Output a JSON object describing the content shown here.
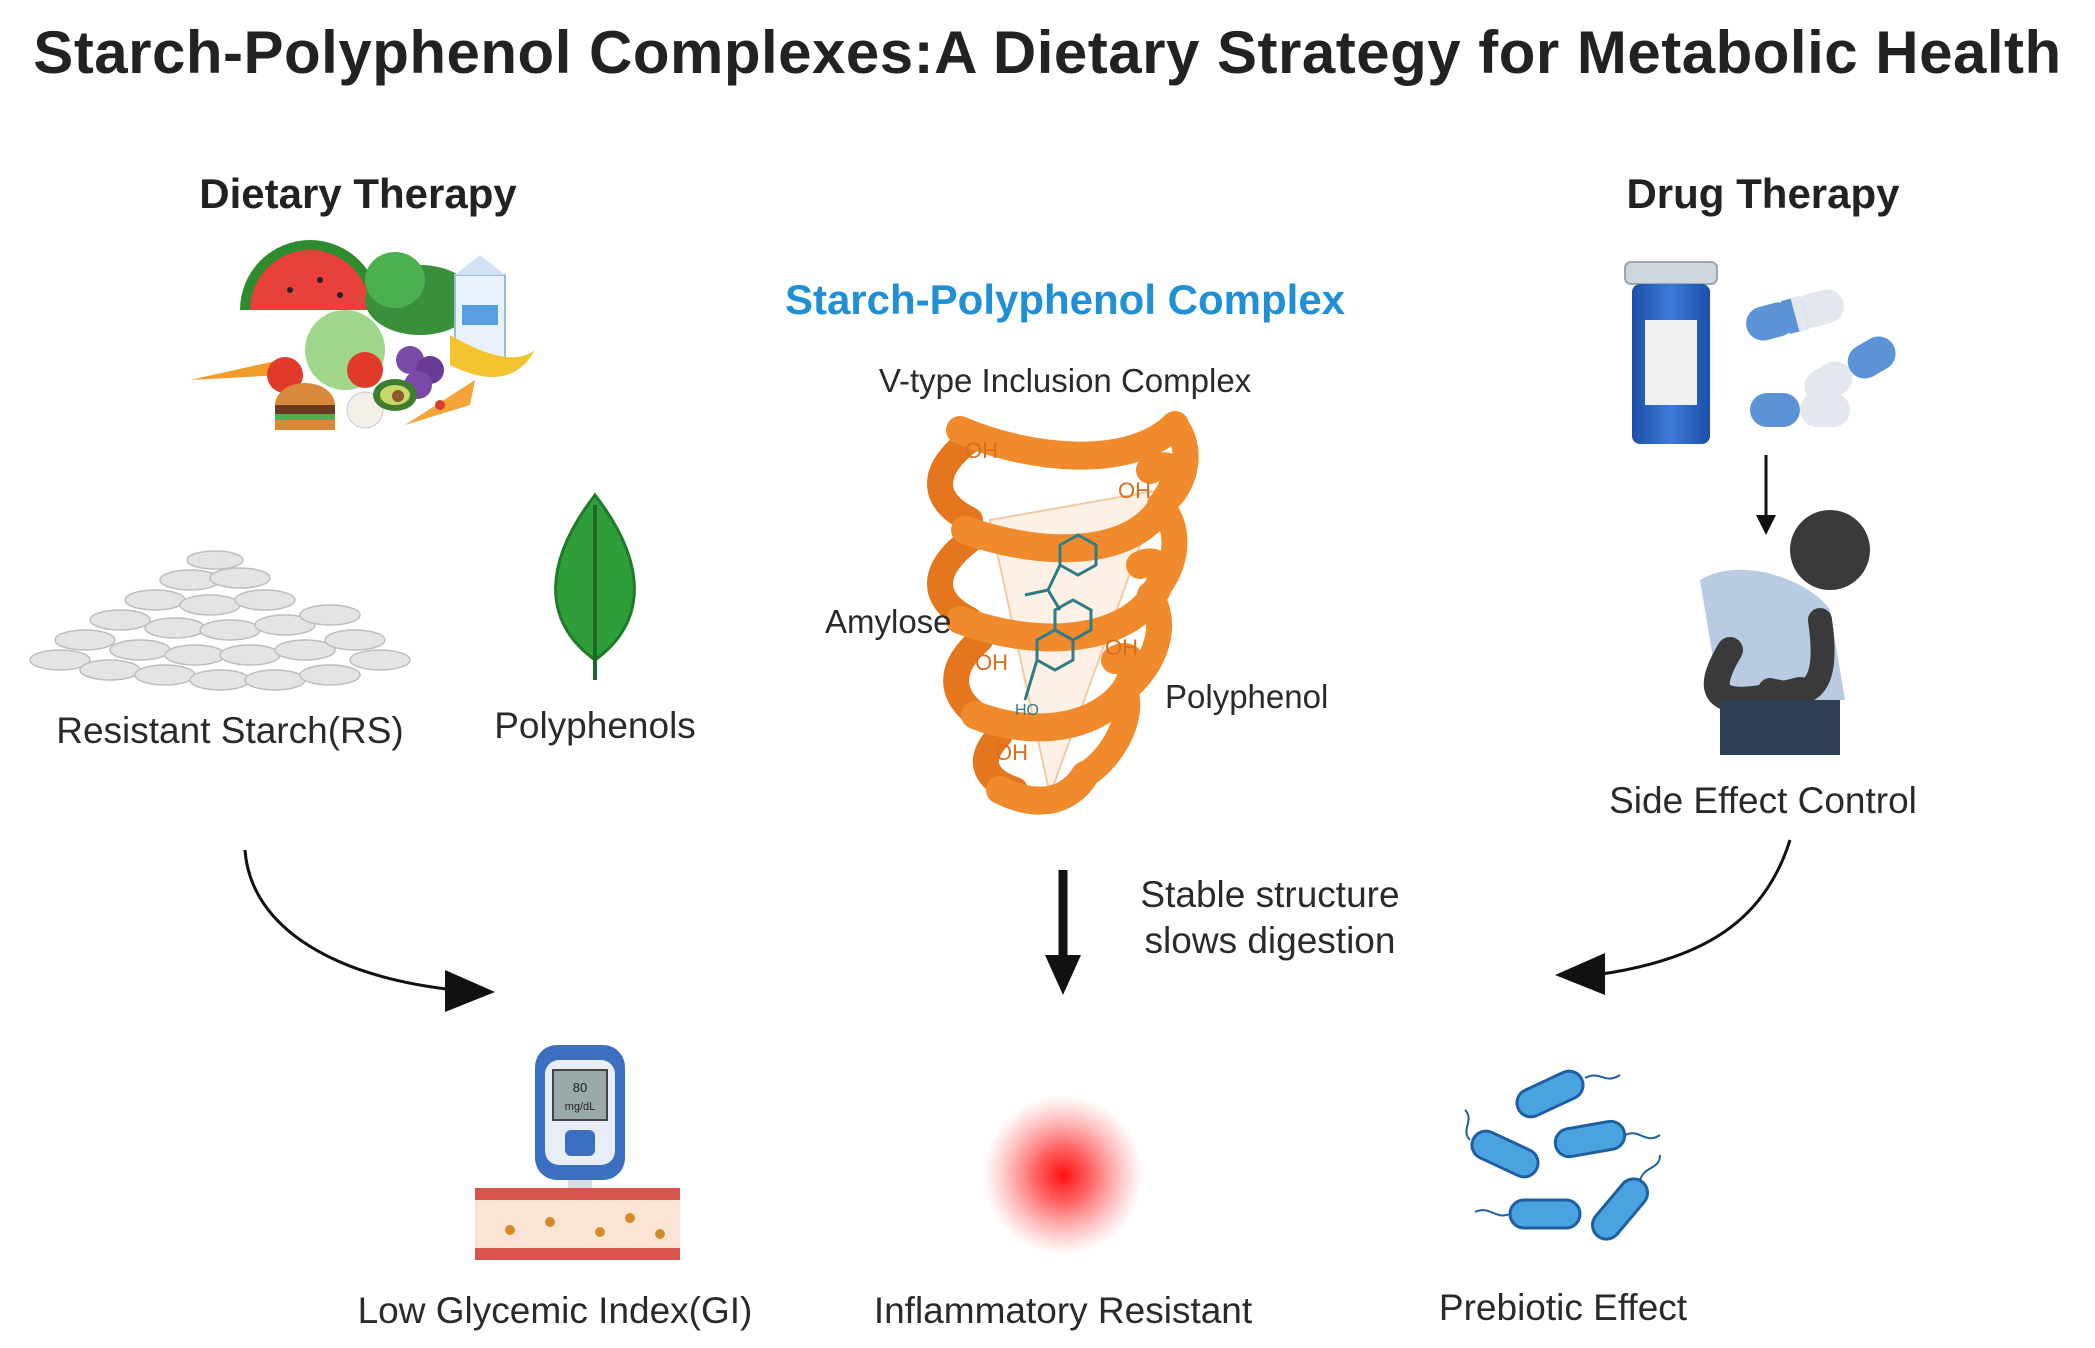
{
  "title": "Starch-Polyphenol Complexes:A Dietary Strategy for Metabolic Health",
  "dietary": {
    "heading": "Dietary Therapy",
    "resistant_starch": "Resistant Starch(RS)",
    "polyphenols": "Polyphenols"
  },
  "complex": {
    "heading": "Starch-Polyphenol Complex",
    "subtitle": "V-type Inclusion Complex",
    "amylose": "Amylose",
    "polyphenol": "Polyphenol",
    "oh_label": "OH",
    "ho_label": "HO",
    "note_line1": "Stable structure",
    "note_line2": "slows digestion"
  },
  "drug": {
    "heading": "Drug Therapy",
    "side_effect": "Side Effect Control"
  },
  "outcomes": {
    "low_gi": "Low Glycemic Index(GI)",
    "inflammatory": "Inflammatory Resistant",
    "prebiotic": "Prebiotic Effect"
  },
  "meter": {
    "line1": "80",
    "line2": "mg/dL"
  },
  "colors": {
    "accent_blue": "#1f8fd6",
    "helix_orange": "#f08a2c",
    "leaf_green": "#2f9e3a",
    "inflammation_red": "#ff2020",
    "bacteria_blue": "#4aa3e0"
  }
}
